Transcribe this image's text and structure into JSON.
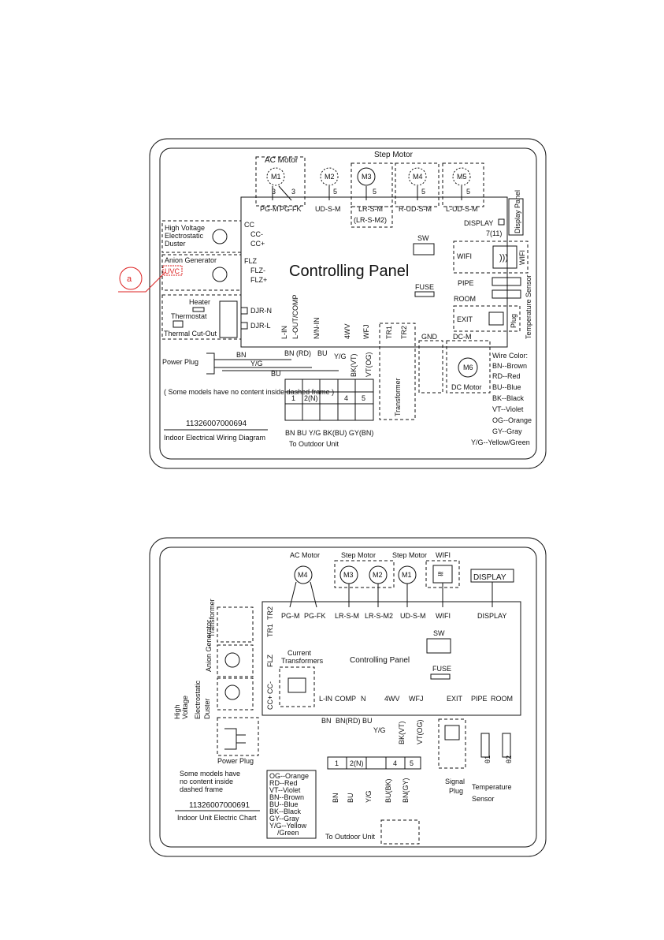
{
  "annotation": {
    "circle_letter": "a",
    "red_label": "UVC"
  },
  "diagram1": {
    "ac_motor_label": "AC Motor",
    "step_motor_label": "Step Motor",
    "motors": [
      "M1",
      "M2",
      "M3",
      "M4",
      "M5",
      "M6"
    ],
    "pin_counts": [
      "3",
      "3",
      "5",
      "5",
      "5",
      "5"
    ],
    "top_connectors": [
      "PG-M",
      "PG-FK",
      "UD-S-M",
      "LR-S-M",
      "(LR-S-M2)",
      "R-UD-S-M",
      "L-UD-S-M"
    ],
    "display_label": "DISPLAY",
    "display_pins": "7(11)",
    "display_panel": "Display Panel",
    "hv_labels": [
      "High Voltage",
      "Electrostatic",
      "Duster"
    ],
    "cc_labels": [
      "CC",
      "CC-",
      "CC+"
    ],
    "anion_label": "Anion Generator",
    "flz_labels": [
      "FLZ",
      "FLZ-",
      "FLZ+"
    ],
    "heater_label": "Heater",
    "thermostat_label": "Thermostat",
    "thermal_cutout_label": "Thermal Cut-Out",
    "djr_labels": [
      "DJR-N",
      "DJR-L"
    ],
    "panel_title": "Controlling Panel",
    "sw_label": "SW",
    "fuse_label": "FUSE",
    "wifi_label": "WIFI",
    "pipe_label": "PIPE",
    "room_label": "ROOM",
    "temp_sensor_label": "Temperature Sensor",
    "exit_label": "EXIT",
    "plug_label": "Plug",
    "bottom_connectors": [
      "L-IN",
      "L-OUT/COMP",
      "N/N-IN",
      "4WV",
      "WFJ",
      "TR1",
      "TR2",
      "GND",
      "DC-M"
    ],
    "power_plug_label": "Power Plug",
    "wire_bn": "BN",
    "wire_yg": "Y/G",
    "wire_bu": "BU",
    "wire_bn_rd": "BN (RD)",
    "wire_bk_vt": "BK(VT)",
    "wire_vt_og": "VT(OG)",
    "terminals": [
      "1",
      "2(N)",
      "4",
      "5"
    ],
    "transformer_label": "Transformer",
    "dc_motor_label": "DC Motor",
    "note": "( Some models have no content inside dashed frame )",
    "part_number": "11326007000694",
    "diagram_title": "Indoor Electrical Wiring Diagram",
    "outdoor_wires": "BN  BU  Y/G  BK(BU)  GY(BN)",
    "outdoor_label": "To Outdoor Unit",
    "wire_color_title": "Wire Color:",
    "wire_colors": [
      "BN--Brown",
      "RD--Red",
      "BU--Blue",
      "BK--Black",
      "VT--Violet",
      "OG--Orange",
      "GY--Gray",
      "Y/G--Yellow/Green"
    ]
  },
  "diagram2": {
    "ac_motor_label": "AC Motor",
    "step_motor_label_1": "Step Motor",
    "step_motor_label_2": "Step Motor",
    "wifi_label": "WIFI",
    "display_box": "DISPLAY",
    "motors": [
      "M4",
      "M3",
      "M2",
      "M1"
    ],
    "top_connectors": [
      "PG-M",
      "PG-FK",
      "LR-S-M",
      "LR-S-M2",
      "UD-S-M",
      "WIFI",
      "DISPLAY"
    ],
    "transformer_label": "Transformer",
    "tr_labels": [
      "TR2",
      "TR1"
    ],
    "anion_label": "Anion Generator",
    "flz_label": "FLZ",
    "current_transformers": [
      "Current",
      "Transformers"
    ],
    "panel_title": "Controlling Panel",
    "sw_label": "SW",
    "fuse_label": "FUSE",
    "hv_labels": [
      "High",
      "Voltage",
      "Electrostatic",
      "Duster"
    ],
    "cc_labels": [
      "CC+",
      "CC-"
    ],
    "bottom_connectors": [
      "L-IN",
      "COMP",
      "N",
      "4WV",
      "WFJ",
      "EXIT",
      "PIPE",
      "ROOM"
    ],
    "wire_bn": "BN",
    "wire_bn_rd": "BN(RD)",
    "wire_bu": "BU",
    "wire_yg": "Y/G",
    "wire_bk_vt": "BK(VT)",
    "wire_vt_og": "VT(OG)",
    "power_plug_label": "Power Plug",
    "terminals": [
      "1",
      "2(N)",
      "4",
      "5"
    ],
    "signal_plug": [
      "Signal",
      "Plug"
    ],
    "temp_sensor": [
      "Temperature",
      "Sensor"
    ],
    "sensor_ids": [
      "θ1",
      "θ2"
    ],
    "note": [
      "Some models have",
      "no content inside",
      "dashed frame"
    ],
    "part_number": "11326007000691",
    "diagram_title": "Indoor Unit Electric Chart",
    "wire_colors": [
      "OG--Orange",
      "RD--Red",
      "VT--Violet",
      "BN--Brown",
      "BU--Blue",
      "BK--Black",
      "GY--Gray",
      "Y/G--Yellow",
      "/Green"
    ],
    "outdoor_wires": [
      "BN",
      "BU",
      "Y/G",
      "BU(BK)",
      "BN(GY)"
    ],
    "outdoor_label": "To Outdoor Unit"
  }
}
